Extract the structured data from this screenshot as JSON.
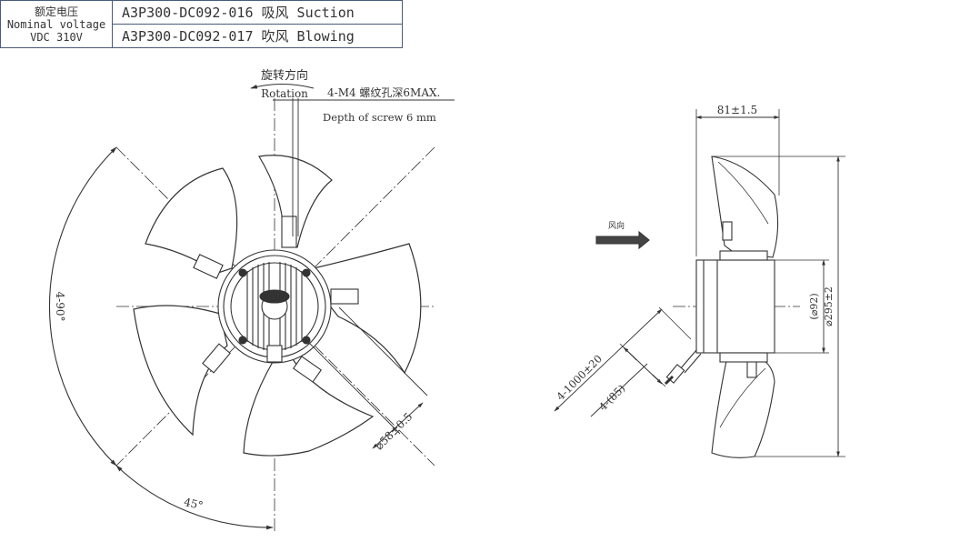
{
  "spec_table": {
    "label_cn": "额定电压",
    "label_en": "Nominal voltage",
    "label_value": "VDC 310V",
    "models": [
      {
        "text": "A3P300-DC092-016 吸风 Suction"
      },
      {
        "text": "A3P300-DC092-017 吹风 Blowing"
      }
    ]
  },
  "front_view": {
    "rotation_cn": "旋转方向",
    "rotation_en": "Rotation",
    "screw_cn": "4-M4 螺纹孔深6MAX.",
    "screw_en": "Depth of screw 6 mm",
    "angle_4x90": "4-90°",
    "angle_45": "45°",
    "bolt_circle": "⌀58±0.5"
  },
  "side_view": {
    "airflow_cn": "风向",
    "width_dim": "81±1.5",
    "hub_dia": "(⌀92)",
    "fan_dia": "⌀295±2",
    "cable_len": "4-1000±20",
    "strip_len": "4-(85)"
  }
}
